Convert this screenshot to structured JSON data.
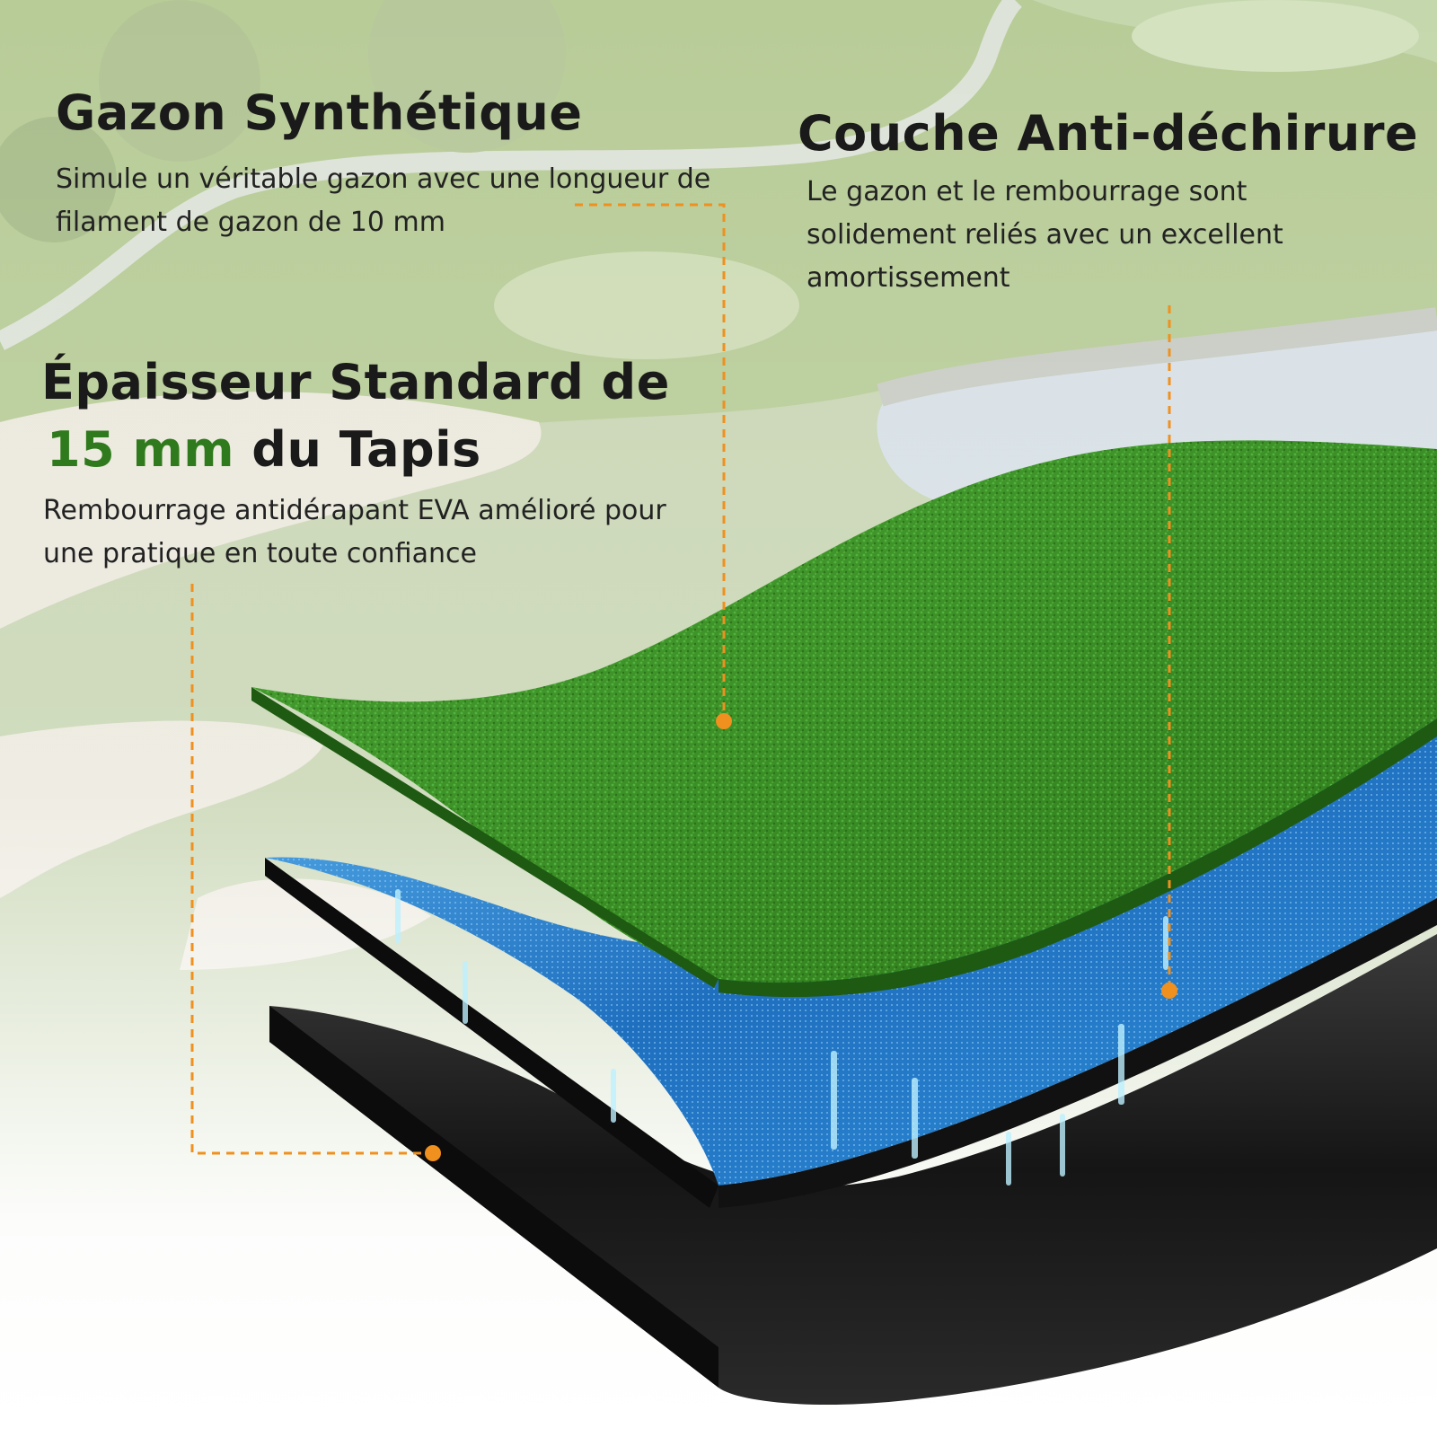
{
  "colors": {
    "accent_green": "#2f7a1c",
    "callout_orange": "#f0901e",
    "turf_green": "#3f9a2c",
    "eva_blue": "#2f8fd8",
    "base_black": "#1c1c1c"
  },
  "features": [
    {
      "title": "Gazon Synthétique",
      "description": "Simule un véritable gazon avec une longueur de filament de gazon de 10 mm"
    },
    {
      "title": "Couche Anti-déchirure",
      "description": "Le gazon et le rembourrage sont solidement reliés avec un excellent amortissement"
    },
    {
      "title_line1": "Épaisseur Standard de",
      "title_highlight": "15 mm",
      "title_rest": "du Tapis",
      "description": "Rembourrage antidérapant EVA amélioré pour une pratique en toute confiance"
    }
  ],
  "layers": [
    "turf-layer",
    "eva-padding-layer",
    "rubber-base-layer"
  ]
}
